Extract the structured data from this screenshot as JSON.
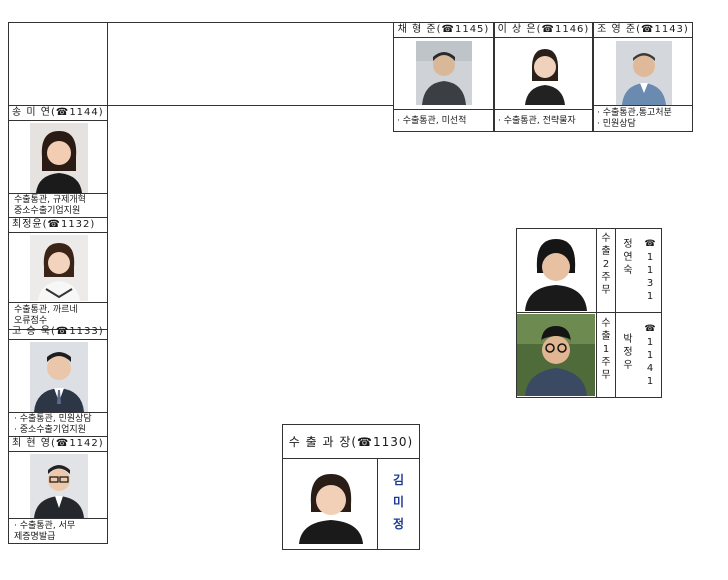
{
  "top_staff": [
    {
      "name": "채 형 준(☎1145)",
      "duty": "· 수출통관, 미선적"
    },
    {
      "name": "이 상 은(☎1146)",
      "duty": "· 수출통관, 전략물자"
    },
    {
      "name": "조 영 준(☎1143)",
      "duty_lines": [
        "· 수출통관,통고처분",
        "· 민원상담"
      ]
    }
  ],
  "left_staff": [
    {
      "name": "송 미 연(☎1144)",
      "duty_lines": [
        "수출통관, 규제개혁",
        "중소수출기업지원"
      ]
    },
    {
      "name": "최정윤(☎1132)",
      "duty_lines": [
        "수출통관, 까르네",
        "오류점수"
      ]
    },
    {
      "name": "고 승 욱(☎1133)",
      "duty_lines": [
        "· 수출통관, 민원상담",
        "· 중소수출기업지원"
      ]
    },
    {
      "name": "최 현 영(☎1142)",
      "duty_lines": [
        "· 수출통관, 서무",
        "제증명발급"
      ]
    }
  ],
  "right_staff": [
    {
      "role_chars": [
        "수",
        "출",
        "2",
        "주",
        "무"
      ],
      "name_chars": [
        "정",
        "연",
        "숙"
      ],
      "phone_chars": [
        "☎",
        "1",
        "1",
        "3",
        "1"
      ]
    },
    {
      "role_chars": [
        "수",
        "출",
        "1",
        "주",
        "무"
      ],
      "name_chars": [
        "박",
        "정",
        "우"
      ],
      "phone_chars": [
        "☎",
        "1",
        "1",
        "4",
        "1"
      ]
    }
  ],
  "chief": {
    "title": "수 출 과 장(☎1130)",
    "name_chars": [
      "김",
      "미",
      "정"
    ]
  },
  "colors": {
    "border": "#333333",
    "chief_name": "#1f3a93"
  }
}
